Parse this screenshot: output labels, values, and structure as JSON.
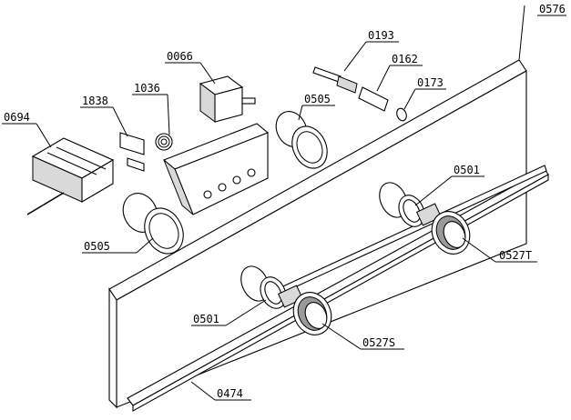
{
  "diagram": {
    "labels": {
      "p0576": "0576",
      "p0193": "0193",
      "p0162": "0162",
      "p0173": "0173",
      "p0066": "0066",
      "p1036": "1036",
      "p1838": "1838",
      "p0505_top": "0505",
      "p0694": "0694",
      "p0501_right": "0501",
      "p0527T": "0527T",
      "p0505_left": "0505",
      "p0501_left": "0501",
      "p0527S": "0527S",
      "p0474": "0474"
    }
  }
}
